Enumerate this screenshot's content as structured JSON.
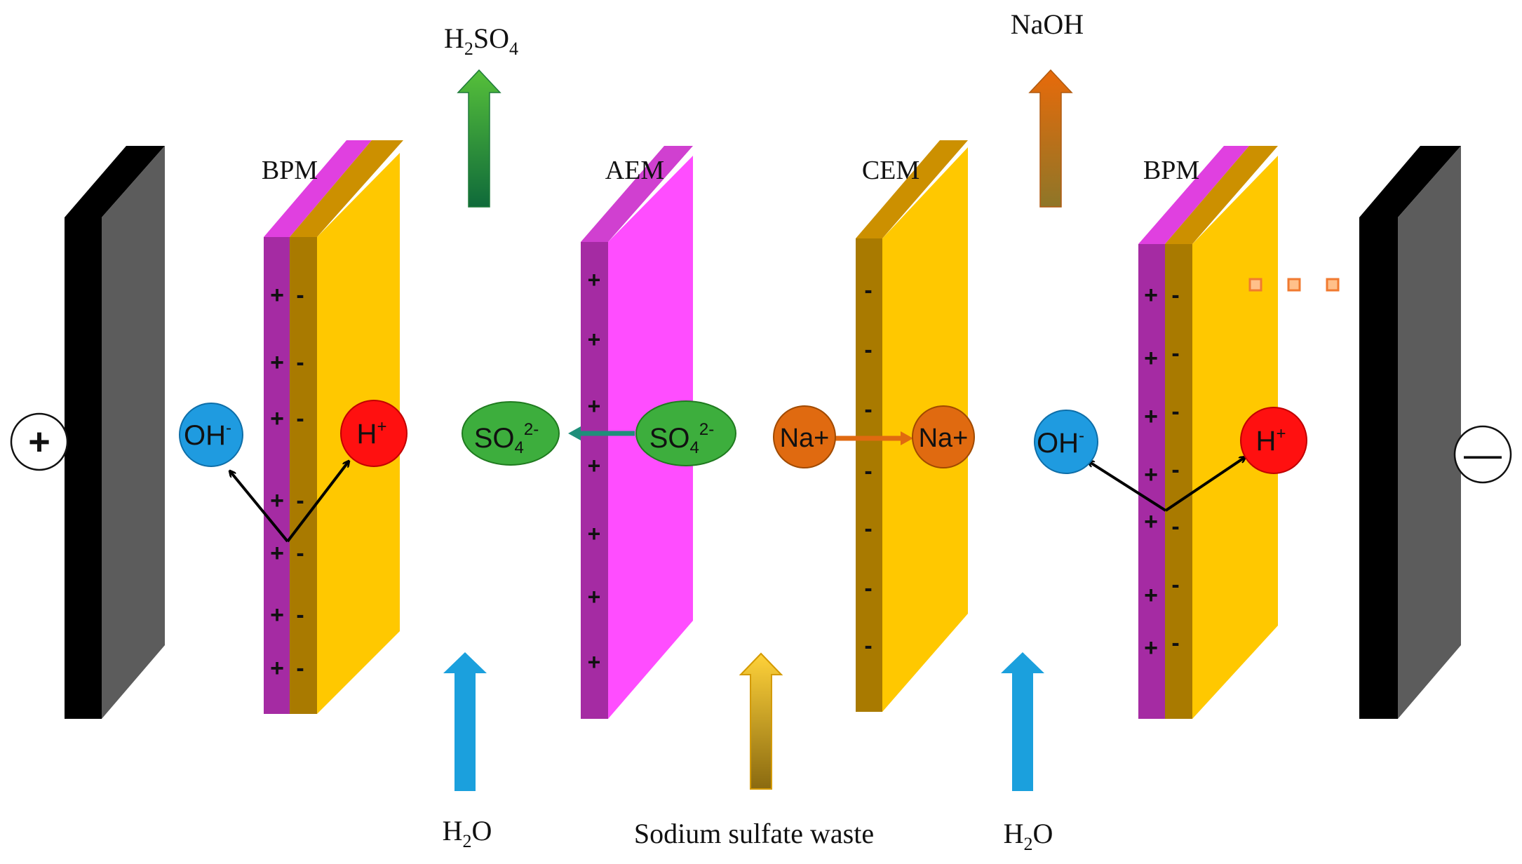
{
  "membranes": {
    "bpm_left": "BPM",
    "aem": "AEM",
    "cem": "CEM",
    "bpm_right": "BPM"
  },
  "electrodes": {
    "anode_symbol": "+",
    "cathode_symbol": "—"
  },
  "outputs": {
    "acid_main": "H",
    "acid_sub1": "2",
    "acid_main2": "SO",
    "acid_sub2": "4",
    "base": "NaOH"
  },
  "inputs": {
    "water_left_main": "H",
    "water_left_sub": "2",
    "water_left_end": "O",
    "feed": "Sodium sulfate waste",
    "water_right_main": "H",
    "water_right_sub": "2",
    "water_right_end": "O"
  },
  "ions": {
    "oh_main": "OH",
    "oh_sup": "-",
    "h_main": "H",
    "h_sup": "+",
    "so4_main": "SO",
    "so4_sub": "4",
    "so4_sup": "2-",
    "na": "Na+"
  },
  "charge_marks": {
    "plus": "+",
    "minus": "-"
  },
  "colors": {
    "bpm_cation_layer": "#A52BA3",
    "bpm_anion_layer": "#A97A00",
    "aem_face": "#FF4DFF",
    "cem_face": "#FFC800",
    "electrode": "#000000",
    "oh_ion": "#1F9BE0",
    "h_ion": "#FF1010",
    "so4_ion": "#3DAE3D",
    "na_ion": "#E06A10",
    "water_arrow": "#1BA0DD",
    "acid_arrow": "#1E9E3A",
    "base_arrow": "#E06A10",
    "feed_arrow": "#FFC21A"
  }
}
